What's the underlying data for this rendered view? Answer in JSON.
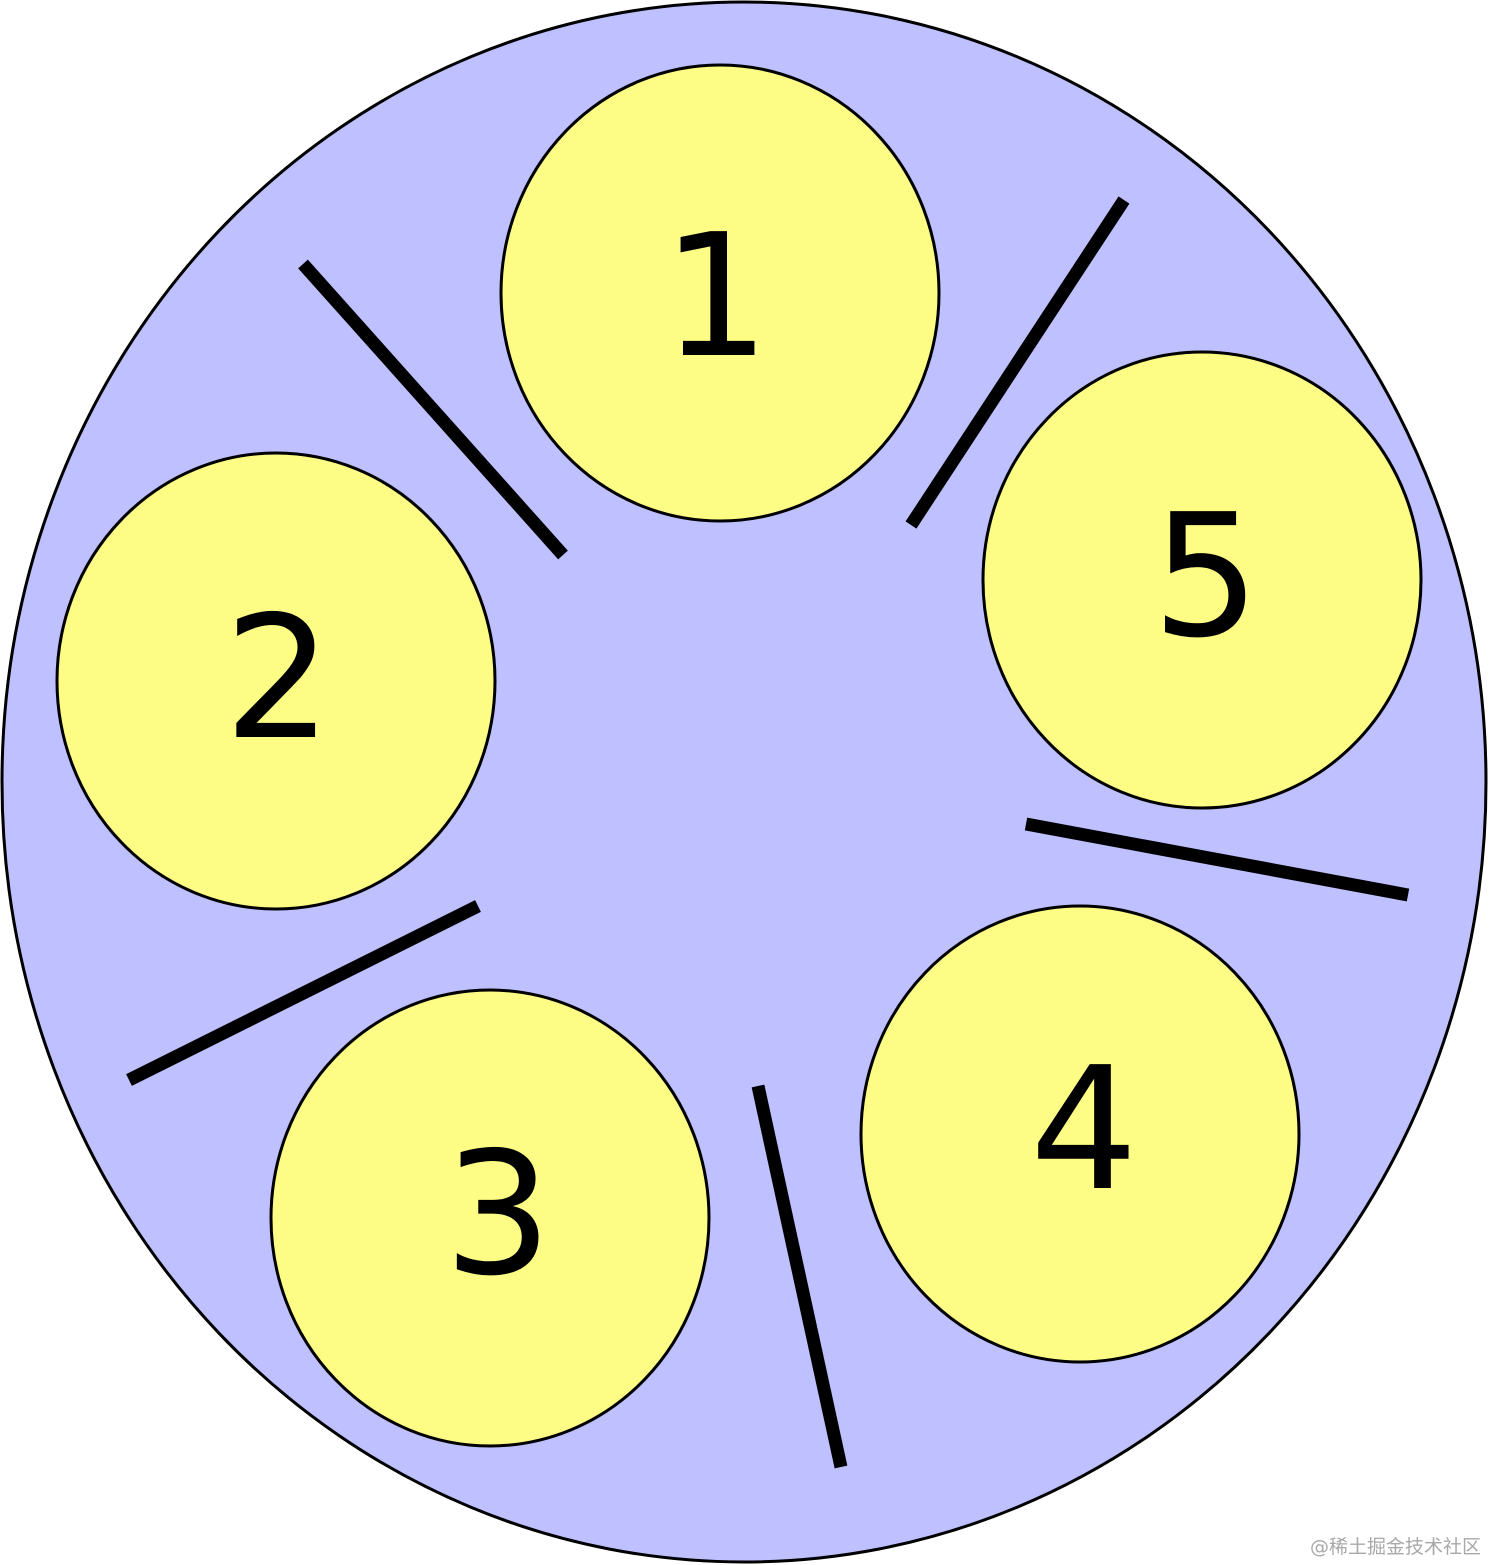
{
  "diagram": {
    "table_color": "#bfc0ff",
    "seat_color": "#fdfd85",
    "outline_color": "#000000",
    "seats": [
      {
        "id": "seat-1",
        "label": "1"
      },
      {
        "id": "seat-2",
        "label": "2"
      },
      {
        "id": "seat-3",
        "label": "3"
      },
      {
        "id": "seat-4",
        "label": "4"
      },
      {
        "id": "seat-5",
        "label": "5"
      }
    ],
    "chopsticks_count": 5
  },
  "watermark": "@稀土掘金技术社区"
}
